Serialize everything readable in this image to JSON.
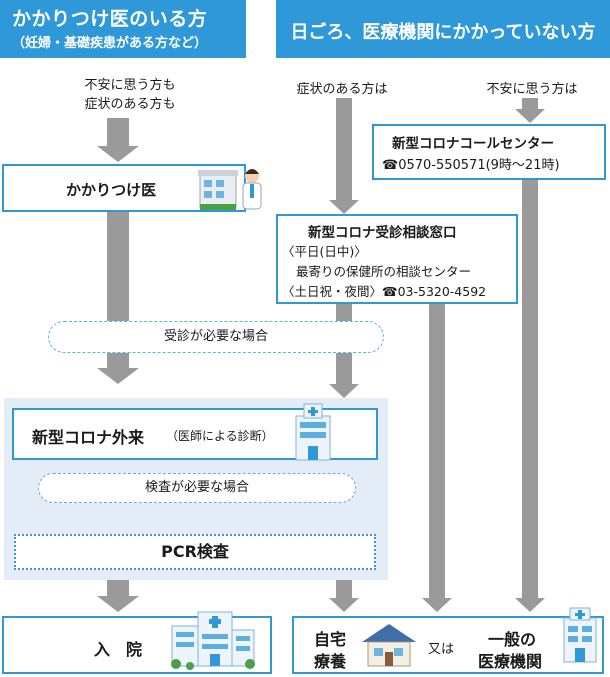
{
  "left_header": {
    "title": "かかりつけ医のいる方",
    "subtitle": "（妊婦・基礎疾患がある方など）"
  },
  "right_header": {
    "title": "日ごろ、医療機関にかかっていない方"
  },
  "notes": {
    "left_anxious": "不安に思う方も",
    "left_symptoms": "症状のある方も",
    "right_symptoms": "症状のある方は",
    "right_anxious": "不安に思う方は"
  },
  "family_doctor": {
    "label": "かかりつけ医"
  },
  "call_center": {
    "title": "新型コロナコールセンター",
    "phone": "☎0570-550571(9時～21時)"
  },
  "consult": {
    "title": "新型コロナ受診相談窓口",
    "line1": "〈平日(日中)〉",
    "line2": "最寄りの保健所の相談センター",
    "line3": "〈土日祝・夜間〉☎03-5320-4592"
  },
  "need_visit": "受診が必要な場合",
  "outpatient": {
    "title": "新型コロナ外来",
    "note": "（医師による診断）"
  },
  "need_test": "検査が必要な場合",
  "pcr": "PCR検査",
  "hospitalization": "入　院",
  "home_care_line1": "自宅",
  "home_care_line2": "療養",
  "or": "又は",
  "general_line1": "一般の",
  "general_line2": "医療機関",
  "colors": {
    "accent": "#2e98d8",
    "arrow": "#9a9a9a",
    "panel": "#e3ecf7"
  }
}
